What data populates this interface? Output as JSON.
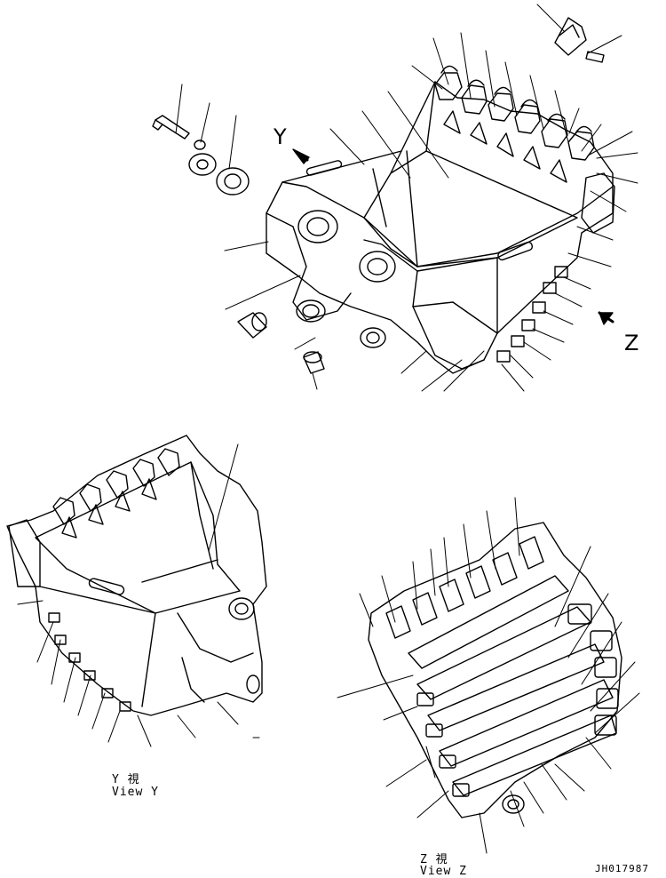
{
  "markers": {
    "view_y_letter": "Y",
    "view_z_letter": "Z"
  },
  "captions": {
    "view_y_jp": "Y  視",
    "view_y_en": "View Y",
    "view_z_jp": "Z  視",
    "view_z_en": "View Z"
  },
  "drawing_code": "JH017987"
}
